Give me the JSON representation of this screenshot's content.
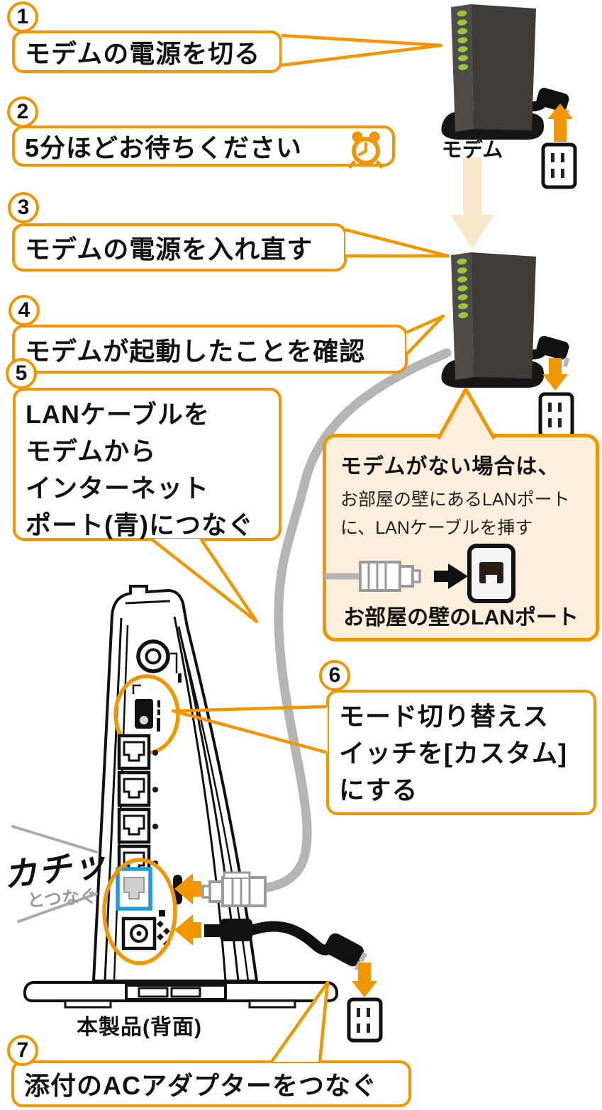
{
  "colors": {
    "accent_orange": "#F29600",
    "note_bg": "#FCEFDB",
    "led_green": "#95C83C",
    "port_blue": "#1E9CD7",
    "cable_gray": "#B5B5B5",
    "pale_arrow_beige": "#F8E7CB"
  },
  "steps": [
    {
      "num": "1",
      "text": "モデムの電源を切る"
    },
    {
      "num": "2",
      "text": "5分ほどお待ちください"
    },
    {
      "num": "3",
      "text": "モデムの電源を入れ直す"
    },
    {
      "num": "4",
      "text": "モデムが起動したことを確認"
    },
    {
      "num": "5",
      "lines": [
        "LANケーブルを",
        "モデムから",
        "インターネット",
        "ポート(青)につなぐ"
      ]
    },
    {
      "num": "6",
      "lines": [
        "モード切り替えス",
        "イッチを[カスタム]",
        "にする"
      ]
    },
    {
      "num": "7",
      "text": "添付のACアダプターをつなぐ"
    }
  ],
  "note_box": {
    "title": "モデムがない場合は、",
    "body_lines": [
      "お部屋の壁にあるLANポート",
      "に、LANケーブルを挿す"
    ],
    "caption": "お部屋の壁のLANポート"
  },
  "labels": {
    "modem": "モデム",
    "device_rear": "本製品(背面)",
    "click": "カチッ",
    "click_sub": "とつなぐ"
  }
}
